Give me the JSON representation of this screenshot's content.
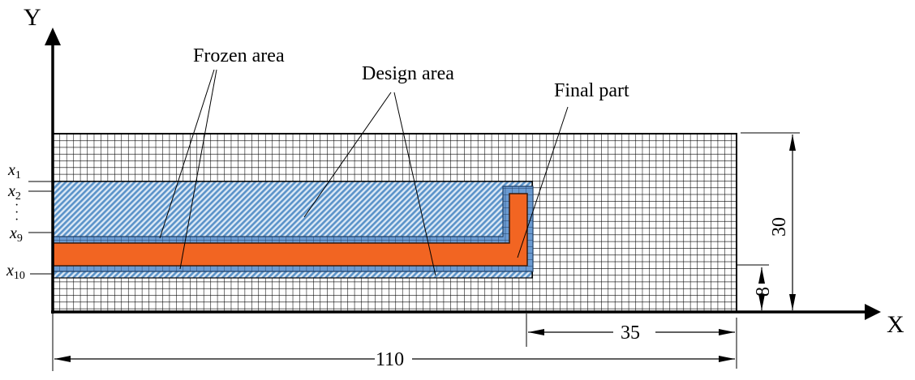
{
  "axes": {
    "x_label": "X",
    "y_label": "Y"
  },
  "annotations": {
    "frozen_area": "Frozen area",
    "design_area": "Design area",
    "final_part": "Final part"
  },
  "layer_labels": [
    {
      "base": "x",
      "sub": "1"
    },
    {
      "base": "x",
      "sub": "2"
    },
    {
      "base": "x",
      "sub": "9"
    },
    {
      "base": "x",
      "sub": "10"
    }
  ],
  "ellipsis": "·\n·\n·",
  "dimensions": {
    "total_length": "110",
    "right_length": "35",
    "total_height": "30",
    "bottom_height": "8"
  },
  "colors": {
    "final_part": "#F26522",
    "frozen_area": "#6B9BD2",
    "design_hatch": "#5B93C9",
    "grid_line": "#000000"
  }
}
